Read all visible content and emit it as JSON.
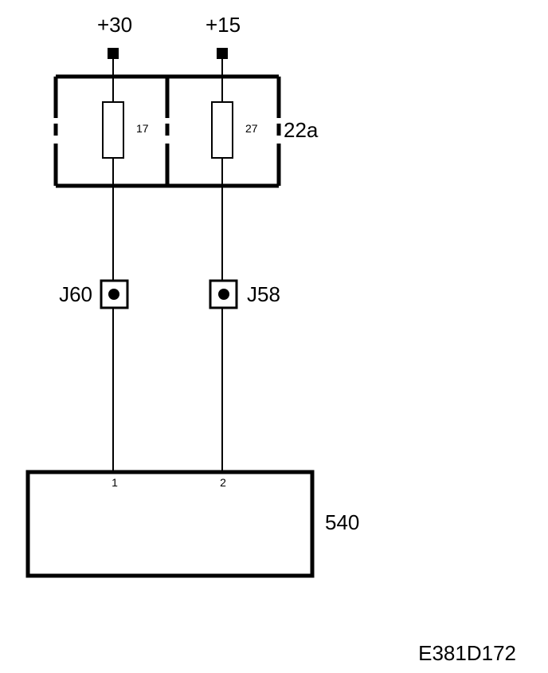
{
  "supplies": [
    {
      "label": "+30"
    },
    {
      "label": "+15"
    }
  ],
  "fuse_box": {
    "label": "22a",
    "fuses": [
      {
        "number": "17"
      },
      {
        "number": "27"
      }
    ]
  },
  "connectors": [
    {
      "label": "J60"
    },
    {
      "label": "J58"
    }
  ],
  "component": {
    "label": "540",
    "pins": [
      {
        "number": "1"
      },
      {
        "number": "2"
      }
    ]
  },
  "diagram_code": "E381D172"
}
